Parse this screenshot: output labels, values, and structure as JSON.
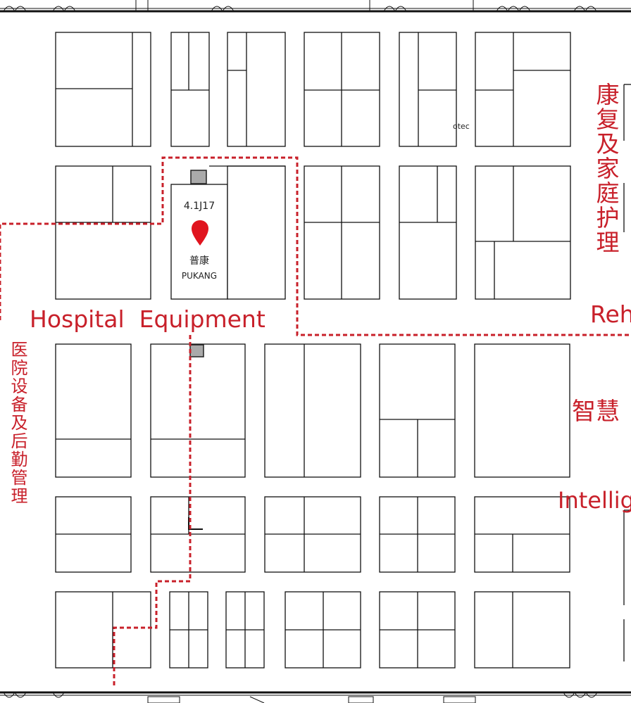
{
  "booth": {
    "number": "4.1J17",
    "name_cn": "普康",
    "name_en": "PUKANG"
  },
  "zones": {
    "hospital_en": "Hospital  Equipment",
    "hospital_cn": "医院设备及后勤管理",
    "rehab_cn": "康复及家庭护理",
    "rehab_en": "Reh",
    "smart_cn": "智慧",
    "smart_en": "Intellig"
  },
  "misc": {
    "otec": "otec"
  },
  "colors": {
    "route": "#c8202a",
    "marker": "#e0141e",
    "lines": "#111111"
  }
}
